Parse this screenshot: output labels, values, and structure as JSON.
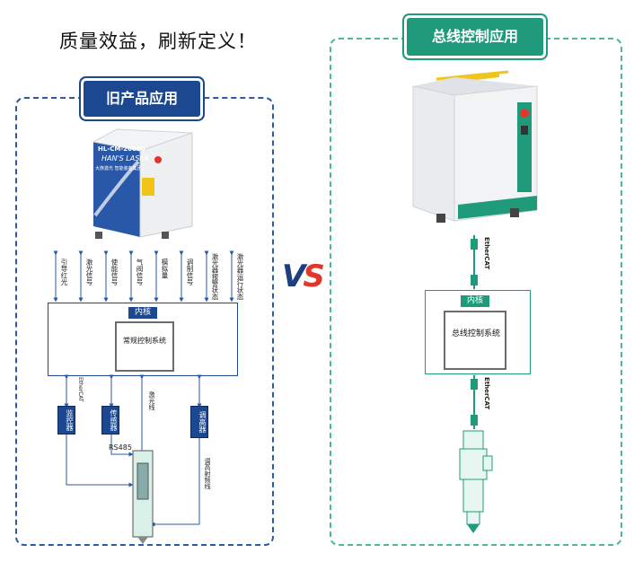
{
  "headline": "质量效益，刷新定义！",
  "left": {
    "title": "旧产品应用",
    "machine_model": "HL-CM-20000",
    "machine_brand": "HAN'S LASER",
    "machine_company": "大族激光 智能装备集团",
    "signals": [
      "引导红光",
      "激光信号",
      "使能信号",
      "气阀信号",
      "模拟量",
      "调制信号",
      "激光器报警状态",
      "激光器运行状态"
    ],
    "kernel_label": "内核",
    "control_system": "常规控制系统",
    "devices": [
      "监控器",
      "传感器",
      "调高器"
    ],
    "ethercat": "EtherCAT",
    "rs485": "RS485",
    "wire_label": "激光线",
    "wire_label2": "调高射频线"
  },
  "right": {
    "title": "总线控制应用",
    "kernel_label": "内核",
    "control_system": "总线控制系统",
    "ethercat_top": "EtherCAT",
    "ethercat_bottom": "EtherCAT"
  },
  "vs": {
    "v": "V",
    "s": "S"
  },
  "colors": {
    "left_accent": "#1c4891",
    "right_accent": "#1f9b7b",
    "vs_red": "#e0362c"
  }
}
